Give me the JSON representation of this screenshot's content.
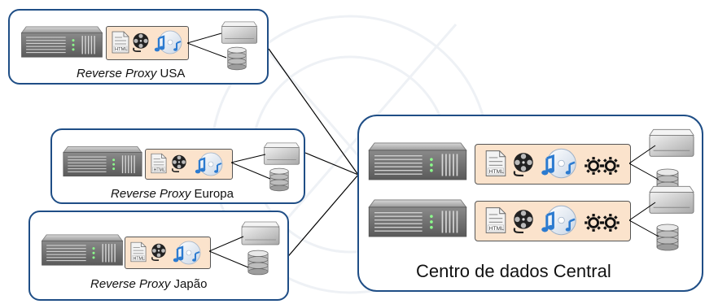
{
  "proxies": [
    {
      "italic": "Reverse Proxy",
      "region": "USA"
    },
    {
      "italic": "Reverse Proxy",
      "region": "Europa"
    },
    {
      "italic": "Reverse Proxy",
      "region": "Japão"
    }
  ],
  "central": {
    "label": "Centro de dados Central"
  },
  "icons": {
    "document": "HTML",
    "server": "server-rack-icon",
    "film": "film-reel-icon",
    "music": "music-cd-icon",
    "gears": "gears-icon",
    "disk": "hard-disk-icon",
    "database": "database-icon"
  },
  "colors": {
    "border": "#1f4e86",
    "panel": "#fbe3cc",
    "line": "#000000"
  }
}
